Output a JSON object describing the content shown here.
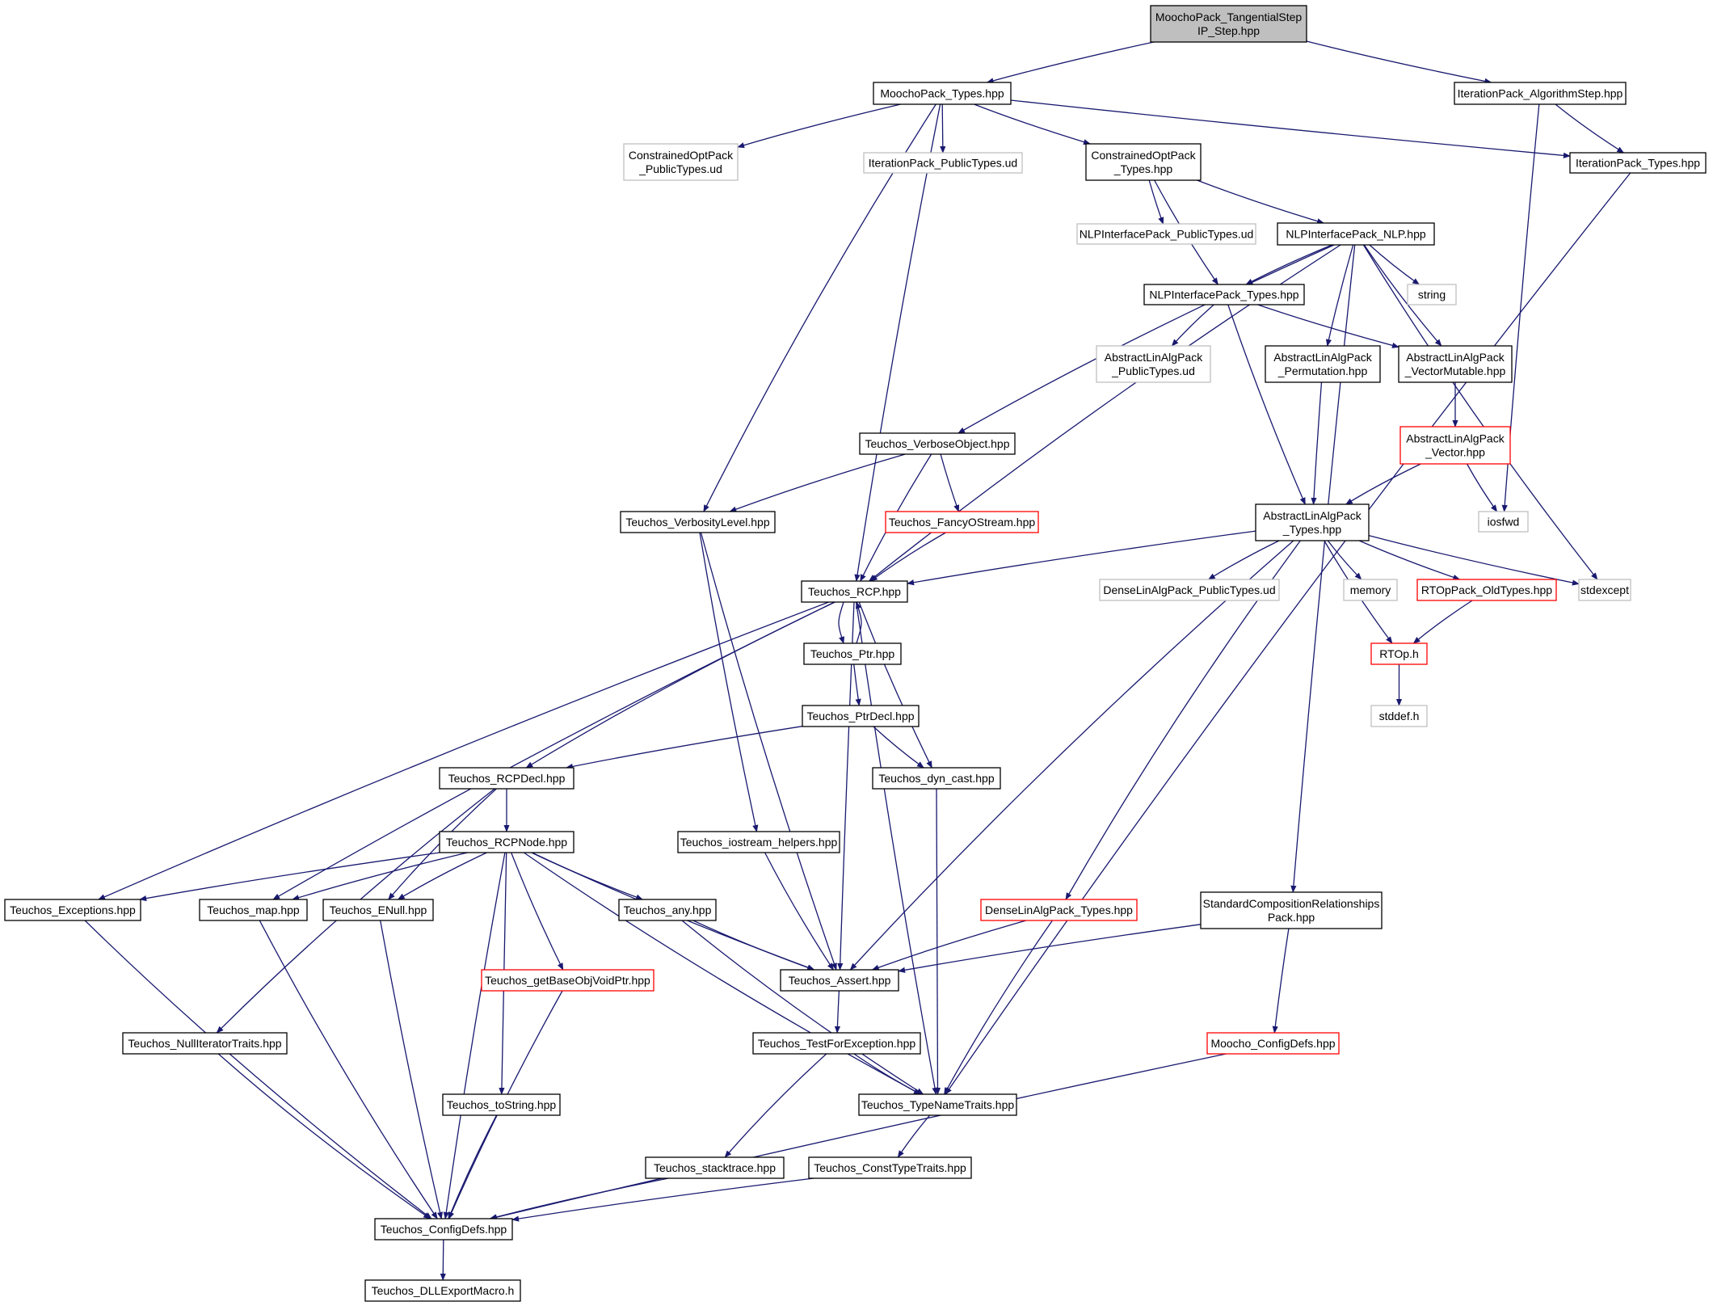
{
  "diagram": {
    "nodes": [
      {
        "id": "n_root",
        "lines": [
          "MoochoPack_TangentialStep",
          "IP_Step.hpp"
        ],
        "style": "root"
      },
      {
        "id": "n_moochotypes",
        "lines": [
          "MoochoPack_Types.hpp"
        ],
        "style": "normal"
      },
      {
        "id": "n_iteralgstep",
        "lines": [
          "IterationPack_AlgorithmStep.hpp"
        ],
        "style": "normal"
      },
      {
        "id": "n_constrpub",
        "lines": [
          "ConstrainedOptPack",
          "_PublicTypes.ud"
        ],
        "style": "gray"
      },
      {
        "id": "n_iterpub",
        "lines": [
          "IterationPack_PublicTypes.ud"
        ],
        "style": "gray"
      },
      {
        "id": "n_constrtypes",
        "lines": [
          "ConstrainedOptPack",
          "_Types.hpp"
        ],
        "style": "normal"
      },
      {
        "id": "n_itertypes",
        "lines": [
          "IterationPack_Types.hpp"
        ],
        "style": "normal"
      },
      {
        "id": "n_nlppub",
        "lines": [
          "NLPInterfacePack_PublicTypes.ud"
        ],
        "style": "gray"
      },
      {
        "id": "n_nlp",
        "lines": [
          "NLPInterfacePack_NLP.hpp"
        ],
        "style": "normal"
      },
      {
        "id": "n_string",
        "lines": [
          "string"
        ],
        "style": "gray"
      },
      {
        "id": "n_nlptypes",
        "lines": [
          "NLPInterfacePack_Types.hpp"
        ],
        "style": "normal"
      },
      {
        "id": "n_alapub",
        "lines": [
          "AbstractLinAlgPack",
          "_PublicTypes.ud"
        ],
        "style": "gray"
      },
      {
        "id": "n_perm",
        "lines": [
          "AbstractLinAlgPack",
          "_Permutation.hpp"
        ],
        "style": "normal"
      },
      {
        "id": "n_vecmut",
        "lines": [
          "AbstractLinAlgPack",
          "_VectorMutable.hpp"
        ],
        "style": "normal"
      },
      {
        "id": "n_verbobj",
        "lines": [
          "Teuchos_VerboseObject.hpp"
        ],
        "style": "normal"
      },
      {
        "id": "n_vec",
        "lines": [
          "AbstractLinAlgPack",
          "_Vector.hpp"
        ],
        "style": "red"
      },
      {
        "id": "n_verblevel",
        "lines": [
          "Teuchos_VerbosityLevel.hpp"
        ],
        "style": "normal"
      },
      {
        "id": "n_fancy",
        "lines": [
          "Teuchos_FancyOStream.hpp"
        ],
        "style": "red"
      },
      {
        "id": "n_alatypes",
        "lines": [
          "AbstractLinAlgPack",
          "_Types.hpp"
        ],
        "style": "normal"
      },
      {
        "id": "n_iosfwd",
        "lines": [
          "iosfwd"
        ],
        "style": "gray"
      },
      {
        "id": "n_rcp",
        "lines": [
          "Teuchos_RCP.hpp"
        ],
        "style": "normal"
      },
      {
        "id": "n_densepub",
        "lines": [
          "DenseLinAlgPack_PublicTypes.ud"
        ],
        "style": "gray"
      },
      {
        "id": "n_memory",
        "lines": [
          "memory"
        ],
        "style": "gray"
      },
      {
        "id": "n_rtopold",
        "lines": [
          "RTOpPack_OldTypes.hpp"
        ],
        "style": "red"
      },
      {
        "id": "n_stdexcept",
        "lines": [
          "stdexcept"
        ],
        "style": "gray"
      },
      {
        "id": "n_ptr",
        "lines": [
          "Teuchos_Ptr.hpp"
        ],
        "style": "normal"
      },
      {
        "id": "n_rtoph",
        "lines": [
          "RTOp.h"
        ],
        "style": "red"
      },
      {
        "id": "n_ptrdecl",
        "lines": [
          "Teuchos_PtrDecl.hpp"
        ],
        "style": "normal"
      },
      {
        "id": "n_stddef",
        "lines": [
          "stddef.h"
        ],
        "style": "gray"
      },
      {
        "id": "n_rcpdecl",
        "lines": [
          "Teuchos_RCPDecl.hpp"
        ],
        "style": "normal"
      },
      {
        "id": "n_dyncast",
        "lines": [
          "Teuchos_dyn_cast.hpp"
        ],
        "style": "normal"
      },
      {
        "id": "n_rcpnode",
        "lines": [
          "Teuchos_RCPNode.hpp"
        ],
        "style": "normal"
      },
      {
        "id": "n_iostream",
        "lines": [
          "Teuchos_iostream_helpers.hpp"
        ],
        "style": "normal"
      },
      {
        "id": "n_exceptions",
        "lines": [
          "Teuchos_Exceptions.hpp"
        ],
        "style": "normal"
      },
      {
        "id": "n_map",
        "lines": [
          "Teuchos_map.hpp"
        ],
        "style": "normal"
      },
      {
        "id": "n_enull",
        "lines": [
          "Teuchos_ENull.hpp"
        ],
        "style": "normal"
      },
      {
        "id": "n_any",
        "lines": [
          "Teuchos_any.hpp"
        ],
        "style": "normal"
      },
      {
        "id": "n_densetypes",
        "lines": [
          "DenseLinAlgPack_Types.hpp"
        ],
        "style": "red"
      },
      {
        "id": "n_stdcomp",
        "lines": [
          "StandardCompositionRelationships",
          "Pack.hpp"
        ],
        "style": "normal"
      },
      {
        "id": "n_getbase",
        "lines": [
          "Teuchos_getBaseObjVoidPtr.hpp"
        ],
        "style": "red"
      },
      {
        "id": "n_assert",
        "lines": [
          "Teuchos_Assert.hpp"
        ],
        "style": "normal"
      },
      {
        "id": "n_nulliter",
        "lines": [
          "Teuchos_NullIteratorTraits.hpp"
        ],
        "style": "normal"
      },
      {
        "id": "n_testexc",
        "lines": [
          "Teuchos_TestForException.hpp"
        ],
        "style": "normal"
      },
      {
        "id": "n_moochocfg",
        "lines": [
          "Moocho_ConfigDefs.hpp"
        ],
        "style": "red"
      },
      {
        "id": "n_tostring",
        "lines": [
          "Teuchos_toString.hpp"
        ],
        "style": "normal"
      },
      {
        "id": "n_typename",
        "lines": [
          "Teuchos_TypeNameTraits.hpp"
        ],
        "style": "normal"
      },
      {
        "id": "n_stacktrace",
        "lines": [
          "Teuchos_stacktrace.hpp"
        ],
        "style": "normal"
      },
      {
        "id": "n_consttype",
        "lines": [
          "Teuchos_ConstTypeTraits.hpp"
        ],
        "style": "normal"
      },
      {
        "id": "n_configdefs",
        "lines": [
          "Teuchos_ConfigDefs.hpp"
        ],
        "style": "normal"
      },
      {
        "id": "n_dllexport",
        "lines": [
          "Teuchos_DLLExportMacro.h"
        ],
        "style": "normal"
      }
    ],
    "edges": [
      [
        "n_root",
        "n_moochotypes"
      ],
      [
        "n_root",
        "n_iteralgstep"
      ],
      [
        "n_moochotypes",
        "n_constrpub"
      ],
      [
        "n_moochotypes",
        "n_iterpub"
      ],
      [
        "n_moochotypes",
        "n_constrtypes"
      ],
      [
        "n_moochotypes",
        "n_itertypes"
      ],
      [
        "n_moochotypes",
        "n_verblevel"
      ],
      [
        "n_moochotypes",
        "n_rcp"
      ],
      [
        "n_iteralgstep",
        "n_itertypes"
      ],
      [
        "n_iteralgstep",
        "n_iosfwd"
      ],
      [
        "n_itertypes",
        "n_typename"
      ],
      [
        "n_constrtypes",
        "n_nlppub"
      ],
      [
        "n_constrtypes",
        "n_nlp"
      ],
      [
        "n_constrtypes",
        "n_nlptypes"
      ],
      [
        "n_nlp",
        "n_nlptypes"
      ],
      [
        "n_nlp",
        "n_string"
      ],
      [
        "n_nlp",
        "n_perm"
      ],
      [
        "n_nlp",
        "n_vecmut"
      ],
      [
        "n_nlp",
        "n_verbobj"
      ],
      [
        "n_nlp",
        "n_rcp"
      ],
      [
        "n_nlp",
        "n_stdexcept"
      ],
      [
        "n_nlp",
        "n_stdcomp"
      ],
      [
        "n_nlptypes",
        "n_alapub"
      ],
      [
        "n_nlptypes",
        "n_vecmut"
      ],
      [
        "n_nlptypes",
        "n_alatypes"
      ],
      [
        "n_perm",
        "n_alatypes"
      ],
      [
        "n_vecmut",
        "n_vec"
      ],
      [
        "n_vec",
        "n_alatypes"
      ],
      [
        "n_vec",
        "n_iosfwd"
      ],
      [
        "n_verbobj",
        "n_verblevel"
      ],
      [
        "n_verbobj",
        "n_fancy"
      ],
      [
        "n_verbobj",
        "n_rcp"
      ],
      [
        "n_fancy",
        "n_rcp"
      ],
      [
        "n_verblevel",
        "n_iostream"
      ],
      [
        "n_verblevel",
        "n_assert"
      ],
      [
        "n_alatypes",
        "n_rcp"
      ],
      [
        "n_alatypes",
        "n_densepub"
      ],
      [
        "n_alatypes",
        "n_memory"
      ],
      [
        "n_alatypes",
        "n_rtopold"
      ],
      [
        "n_alatypes",
        "n_stdexcept"
      ],
      [
        "n_alatypes",
        "n_rtoph"
      ],
      [
        "n_alatypes",
        "n_densetypes"
      ],
      [
        "n_alatypes",
        "n_assert"
      ],
      [
        "n_rtopold",
        "n_rtoph"
      ],
      [
        "n_rtoph",
        "n_stddef"
      ],
      [
        "n_rcp",
        "n_ptr"
      ],
      [
        "n_ptr",
        "n_rcp"
      ],
      [
        "n_ptr",
        "n_ptrdecl"
      ],
      [
        "n_rcp",
        "n_rcpdecl"
      ],
      [
        "n_rcp",
        "n_dyncast"
      ],
      [
        "n_rcp",
        "n_exceptions"
      ],
      [
        "n_rcp",
        "n_map"
      ],
      [
        "n_rcp",
        "n_assert"
      ],
      [
        "n_rcp",
        "n_typename"
      ],
      [
        "n_ptrdecl",
        "n_rcpdecl"
      ],
      [
        "n_ptrdecl",
        "n_dyncast"
      ],
      [
        "n_rcpdecl",
        "n_rcpnode"
      ],
      [
        "n_rcpdecl",
        "n_enull"
      ],
      [
        "n_rcpdecl",
        "n_nulliter"
      ],
      [
        "n_dyncast",
        "n_typename"
      ],
      [
        "n_rcpnode",
        "n_exceptions"
      ],
      [
        "n_rcpnode",
        "n_map"
      ],
      [
        "n_rcpnode",
        "n_enull"
      ],
      [
        "n_rcpnode",
        "n_any"
      ],
      [
        "n_rcpnode",
        "n_getbase"
      ],
      [
        "n_rcpnode",
        "n_assert"
      ],
      [
        "n_rcpnode",
        "n_tostring"
      ],
      [
        "n_rcpnode",
        "n_typename"
      ],
      [
        "n_rcpnode",
        "n_configdefs"
      ],
      [
        "n_iostream",
        "n_assert"
      ],
      [
        "n_any",
        "n_assert"
      ],
      [
        "n_any",
        "n_typename"
      ],
      [
        "n_densetypes",
        "n_assert"
      ],
      [
        "n_densetypes",
        "n_typename"
      ],
      [
        "n_stdcomp",
        "n_assert"
      ],
      [
        "n_stdcomp",
        "n_moochocfg"
      ],
      [
        "n_assert",
        "n_testexc"
      ],
      [
        "n_testexc",
        "n_typename"
      ],
      [
        "n_testexc",
        "n_stacktrace"
      ],
      [
        "n_typename",
        "n_consttype"
      ],
      [
        "n_exceptions",
        "n_configdefs"
      ],
      [
        "n_map",
        "n_configdefs"
      ],
      [
        "n_enull",
        "n_configdefs"
      ],
      [
        "n_getbase",
        "n_configdefs"
      ],
      [
        "n_nulliter",
        "n_configdefs"
      ],
      [
        "n_tostring",
        "n_configdefs"
      ],
      [
        "n_stacktrace",
        "n_configdefs"
      ],
      [
        "n_consttype",
        "n_configdefs"
      ],
      [
        "n_moochocfg",
        "n_configdefs"
      ],
      [
        "n_configdefs",
        "n_dllexport"
      ]
    ]
  },
  "colors": {
    "edge": "#191970",
    "border_normal": "#000000",
    "border_gray": "#bfbfbf",
    "border_red": "#ff0000",
    "root_fill": "#bfbfbf",
    "node_fill": "#ffffff"
  }
}
